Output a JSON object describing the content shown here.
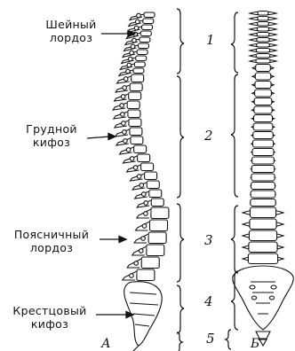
{
  "labels": {
    "cervical": {
      "line1": "Шейный",
      "line2": "лордоз"
    },
    "thoracic": {
      "line1": "Грудной",
      "line2": "кифоз"
    },
    "lumbar": {
      "line1": "Поясничный",
      "line2": "лордоз"
    },
    "sacral": {
      "line1": "Крестцовый",
      "line2": "кифоз"
    }
  },
  "sections": [
    "1",
    "2",
    "3",
    "4",
    "5"
  ],
  "views": {
    "lateral": "А",
    "anterior": "Б"
  }
}
